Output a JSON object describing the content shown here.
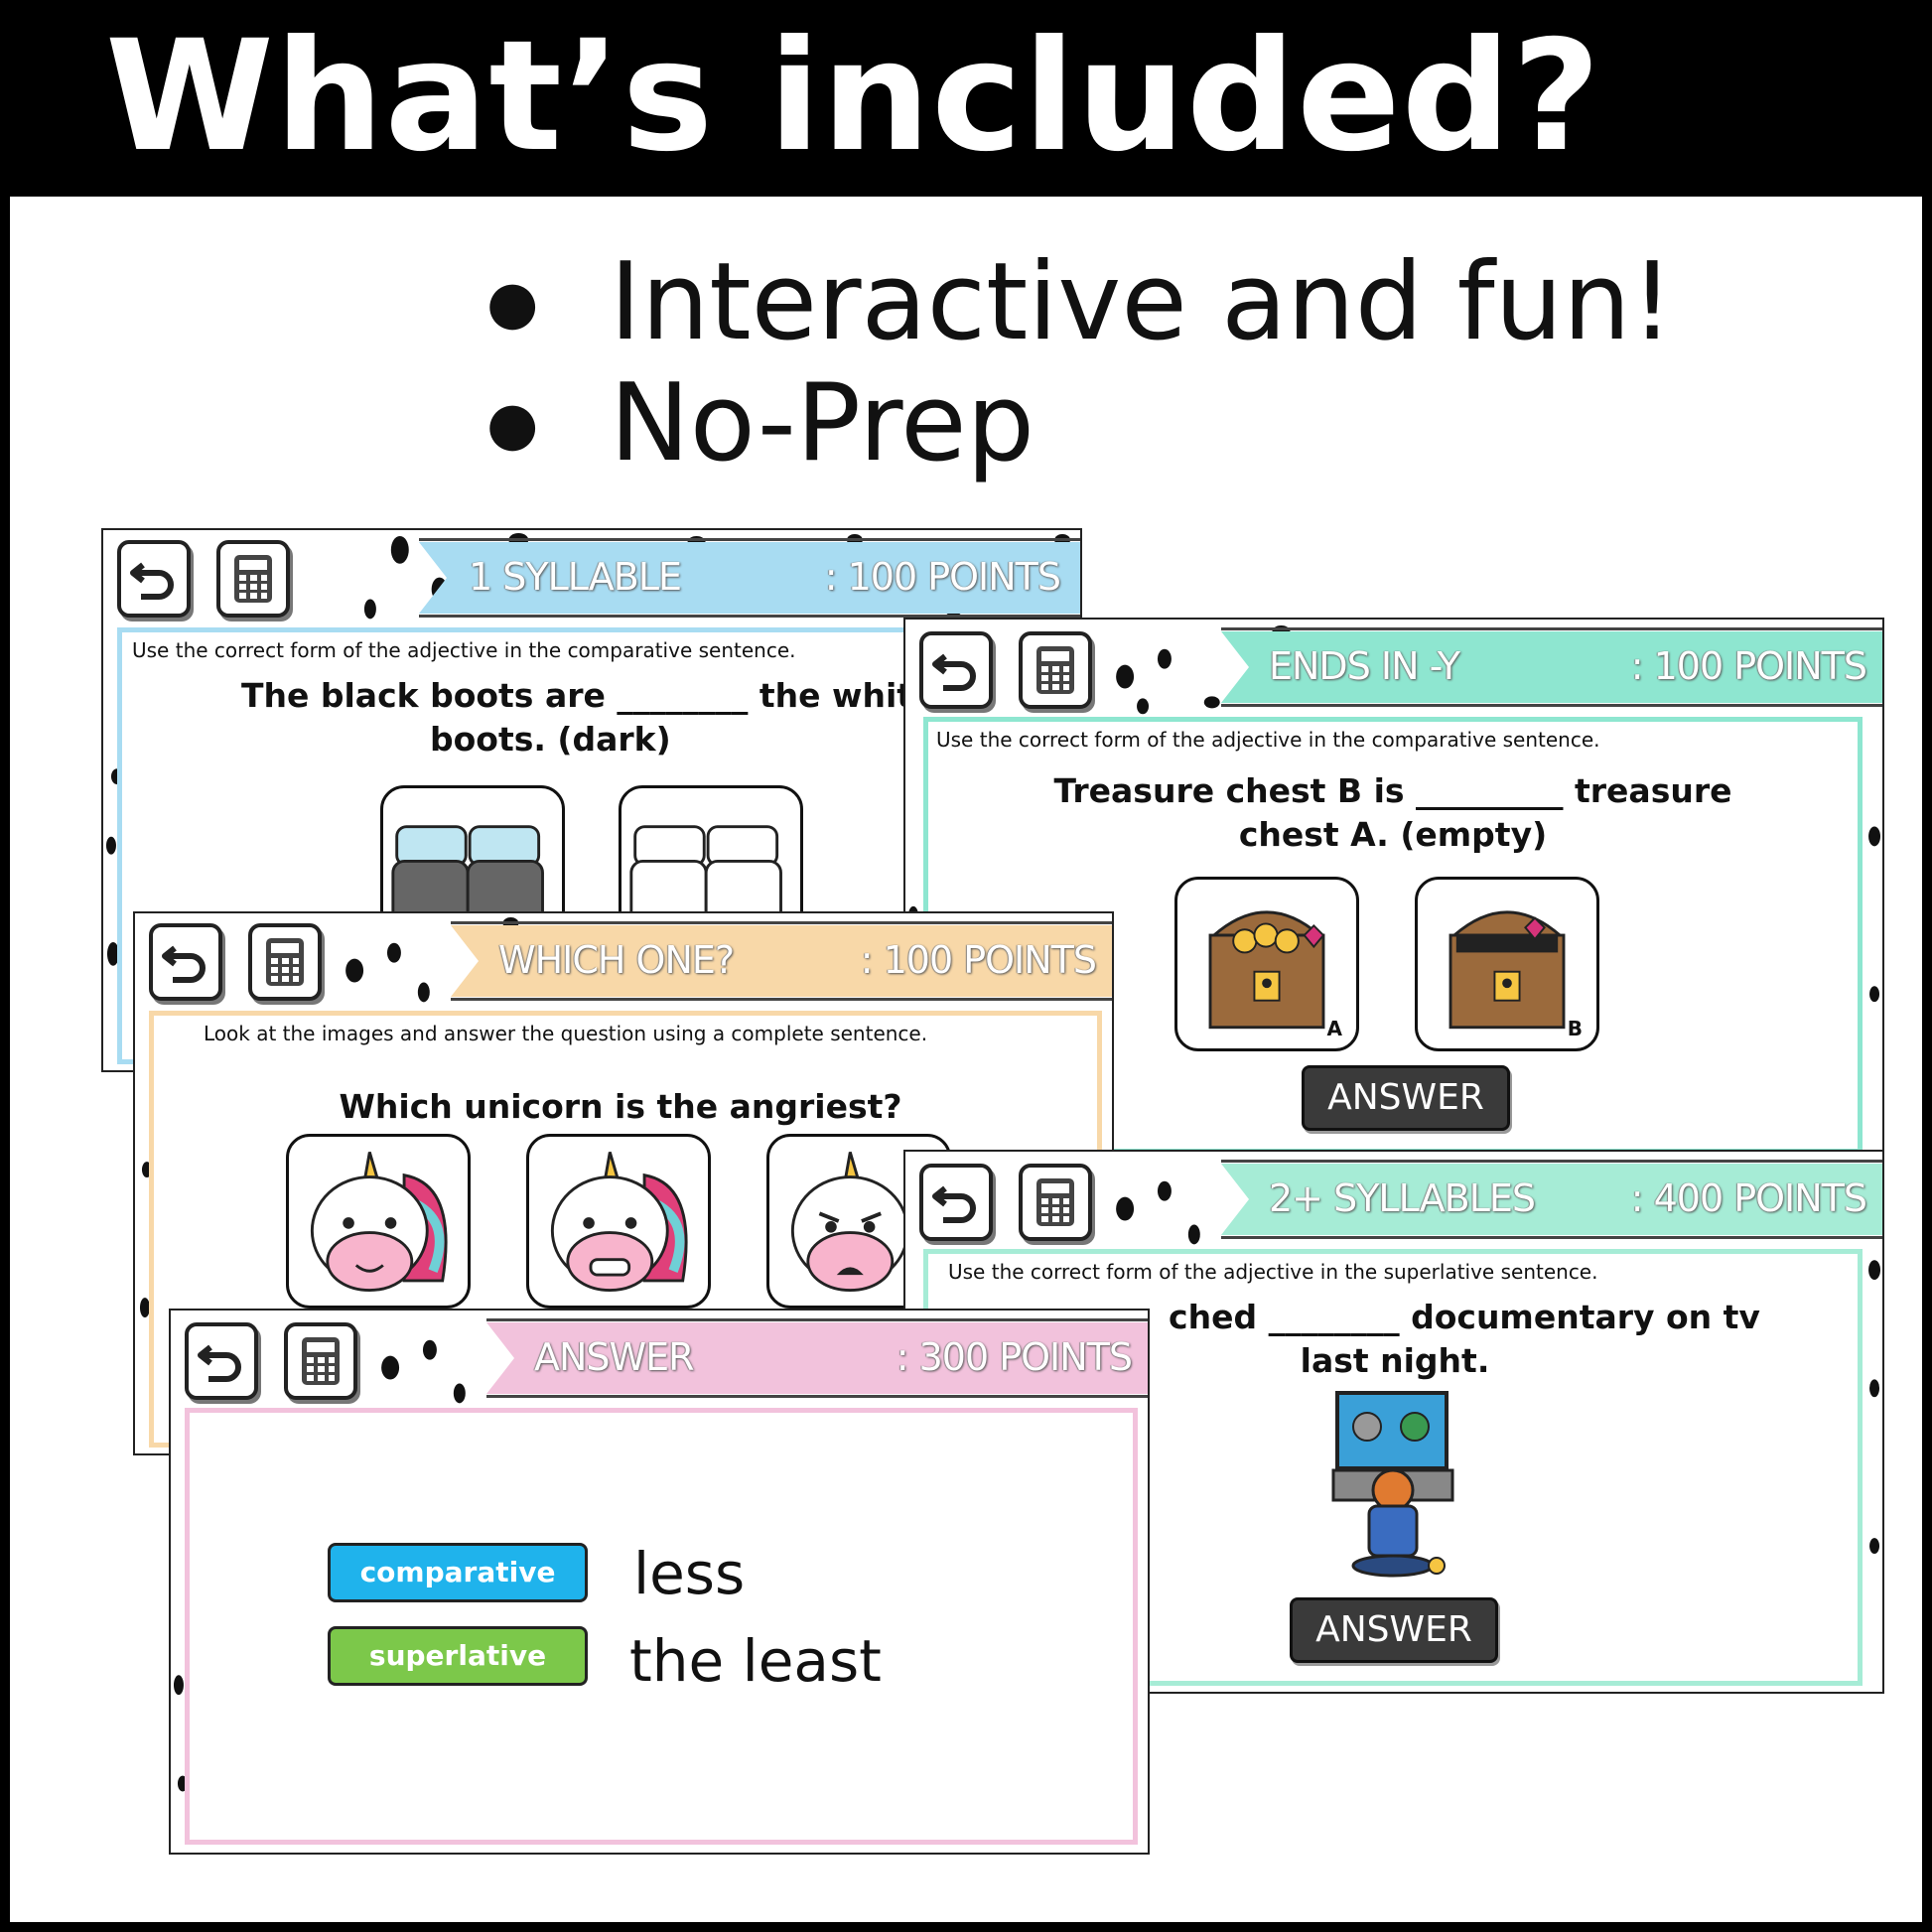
{
  "header": {
    "title": "What’s included?"
  },
  "bullets": [
    "Interactive and fun!",
    "No-Prep"
  ],
  "slides": {
    "syllable": {
      "category": "1 SYLLABLE",
      "points": ": 100 POINTS",
      "color": "#a8dcf2",
      "instruction": "Use the correct form of the adjective in the comparative sentence.",
      "question_line1": "The black boots are ________ the whit",
      "question_line2": "boots. (dark)"
    },
    "ends_y": {
      "category": "ENDS IN  -Y",
      "points": ": 100 POINTS",
      "color": "#8ee6d0",
      "instruction": "Use the correct form of the adjective in the comparative sentence.",
      "question_line1": "Treasure chest B is _________ treasure",
      "question_line2": "chest A. (empty)",
      "image_labels": [
        "A",
        "B"
      ],
      "answer_label": "ANSWER"
    },
    "which_one": {
      "category": "WHICH ONE?",
      "points": ": 100 POINTS",
      "color": "#f8d8a8",
      "instruction": "Look at the images and answer the question using a complete sentence.",
      "question": "Which unicorn is the angriest?"
    },
    "two_plus": {
      "category": "2+ SYLLABLES",
      "points": ": 400 POINTS",
      "color": "#a6ecd6",
      "instruction": "Use the correct form of the adjective in the superlative sentence.",
      "question_line1": "ched ________ documentary on tv",
      "question_line2": "last night.",
      "answer_label": "ANSWER"
    },
    "answer": {
      "category": "ANSWER",
      "points": ": 300 POINTS",
      "color": "#f2c2dc",
      "rows": [
        {
          "tag": "comparative",
          "tag_color": "#1fb3ec",
          "text": "less"
        },
        {
          "tag": "superlative",
          "tag_color": "#7cc84a",
          "text": "the least"
        }
      ]
    }
  }
}
